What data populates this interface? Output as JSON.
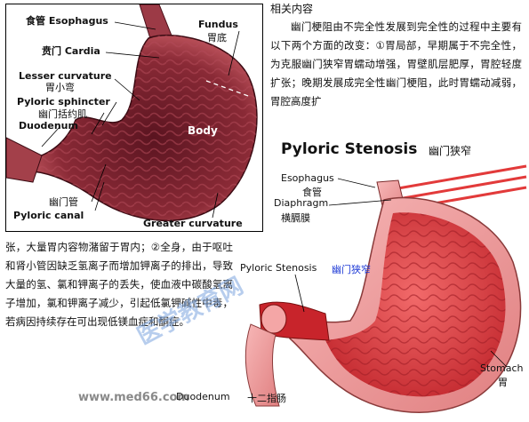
{
  "top_heading": "相关内容",
  "paragraph_right": "幽门梗阻由不完全性发展到完全性的过程中主要有以下两个方面的改变：①胃局部，早期属于不完全性，为克服幽门狭窄胃蠕动增强，胃壁肌层肥厚，胃腔轻度扩张；晚期发展成完全性幽门梗阻，此时胃蠕动减弱，胃腔高度扩",
  "paragraph_left": "张，大量胃内容物潴留于胃内；②全身，由于呕吐和肾小管因缺乏氢离子而增加钾离子的排出，导致大量的氢、氯和钾离子的丢失，使血液中碳酸氢离子增加，氯和钾离子减少，引起低氯钾碱性中毒，若病因持续存在可出现低镁血症和酮症。",
  "figure1": {
    "esophagus": "食管 Esophagus",
    "fundus_en": "Fundus",
    "fundus_cn": "胃底",
    "cardia": "贲门 Cardia",
    "lesser_en": "Lesser curvature",
    "lesser_cn": "胃小弯",
    "pyloric_sph_en": "Pyloric sphincter",
    "pyloric_sph_cn": "幽门括约肌",
    "duodenum": "Duodenum",
    "body": "Body",
    "pyloric_canal_cn": "幽门管",
    "pyloric_canal_en": "Pyloric canal",
    "greater": "Greater curvature"
  },
  "figure2": {
    "title_en": "Pyloric Stenosis",
    "title_cn": "幽门狭窄",
    "esophagus_en": "Esophagus",
    "esophagus_cn": "食管",
    "diaphragm_en": "Diaphragm",
    "diaphragm_cn": "横膈膜",
    "stenosis_en": "Pyloric Stenosis",
    "stenosis_cn": "幽门狭窄",
    "stomach_en": "Stomach",
    "stomach_cn": "胃",
    "duodenum_en": "Duodenum",
    "duodenum_cn": "十二指肠"
  },
  "watermark": {
    "url": "www.med66.com",
    "logo_text": "医学教育网"
  },
  "colors": {
    "stomach_light": "#e85a5a",
    "stomach_dark": "#7a1e2a",
    "wall_pink": "#f4a6a6",
    "muscle_red": "#c8242b",
    "cn_blue": "#1f3bd6",
    "watermark": "#7ea6e0"
  }
}
